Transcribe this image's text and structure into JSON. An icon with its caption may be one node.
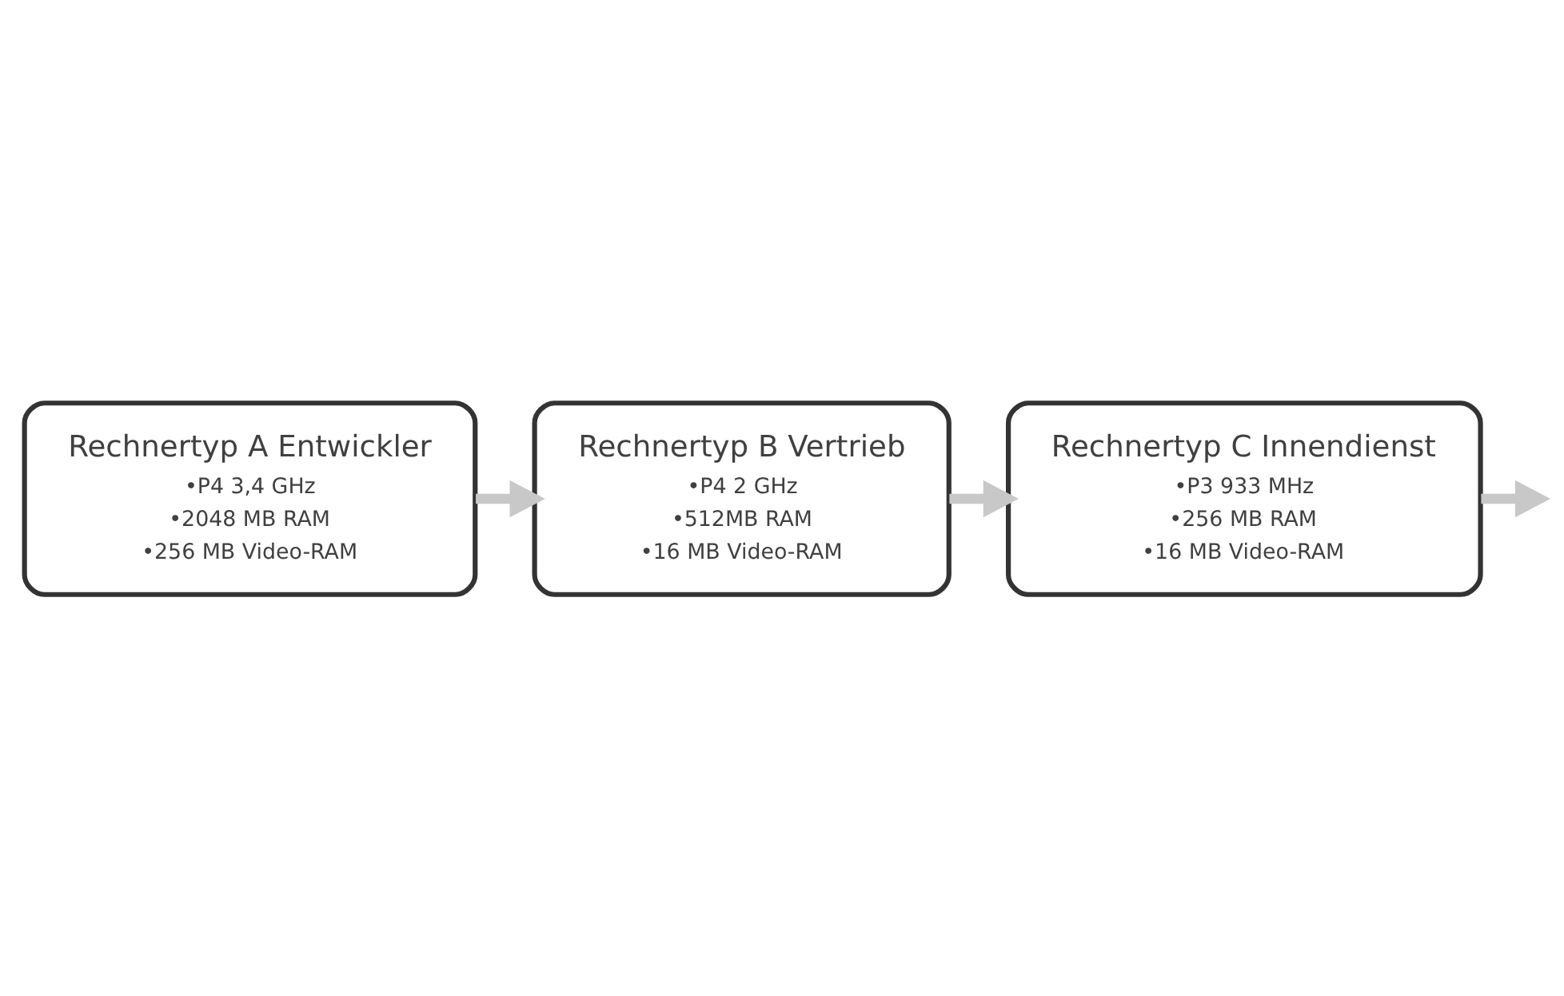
{
  "diagram": {
    "nodes": [
      {
        "text": [
          "Rechnertyp A Entwickler",
          "•P4 3,4 GHz",
          "•2048 MB RAM",
          "•256 MB Video-RAM"
        ]
      },
      {
        "text": [
          "Rechnertyp B Vertrieb",
          "•P4 2 GHz",
          "•512MB RAM",
          "•16 MB Video-RAM"
        ]
      },
      {
        "text": [
          "Rechnertyp C Innendienst",
          "•P3 933 MHz",
          "•256 MB RAM",
          "•16 MB Video-RAM"
        ]
      }
    ],
    "edges": [
      {
        "from": 0,
        "to": 1,
        "arrow": "to"
      },
      {
        "from": 1,
        "to": 2,
        "arrow": "to"
      },
      {
        "from": 2,
        "to": null,
        "arrow": "to"
      }
    ]
  }
}
